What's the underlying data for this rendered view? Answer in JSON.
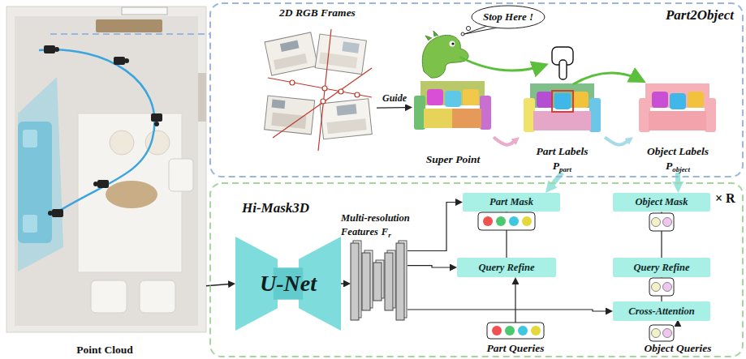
{
  "diagram": {
    "nodes": [
      {
        "text": [
          "Point Cloud"
        ]
      },
      {
        "text": [
          "Part2Object"
        ]
      },
      {
        "text": [
          "2D RGB Frames"
        ],
        "in": 1
      },
      {
        "text": [
          "Stop Here !"
        ],
        "in": 1
      },
      {
        "text": [
          "Super Point"
        ],
        "in": 1
      },
      {
        "text": [
          "Part Labels",
          "P",
          "part"
        ],
        "in": 1
      },
      {
        "text": [
          "Object Labels",
          "P",
          "object"
        ],
        "in": 1
      },
      {
        "text": [
          "Hi-Mask3D"
        ]
      },
      {
        "text": [
          "U-Net"
        ],
        "in": 7
      },
      {
        "text": [
          "Multi-resolution Features",
          "F",
          "r"
        ],
        "in": 7
      },
      {
        "text": [
          "Part Mask"
        ],
        "in": 7
      },
      {
        "text": [
          "Object Mask"
        ],
        "in": 7
      },
      {
        "text": [
          "Query Refine"
        ],
        "in": 7
      },
      {
        "text": [
          "Query Refine"
        ],
        "in": 7
      },
      {
        "text": [
          "Cross-Attention"
        ],
        "in": 7
      },
      {
        "text": [
          "Part Queries"
        ],
        "in": 7
      },
      {
        "text": [
          "Object Queries"
        ],
        "in": 7
      }
    ],
    "edges": [
      {
        "from": 2,
        "to": 4,
        "label": "Guide",
        "arrow": "to"
      },
      {
        "from": 4,
        "to": 5,
        "arrow": "to"
      },
      {
        "from": 5,
        "to": 6,
        "arrow": "to"
      },
      {
        "from": 5,
        "to": 10,
        "arrow": "to"
      },
      {
        "from": 6,
        "to": 11,
        "arrow": "to"
      },
      {
        "from": 0,
        "to": 8,
        "arrow": "to"
      },
      {
        "from": 8,
        "to": 9,
        "arrow": "to"
      },
      {
        "from": 9,
        "to": 10,
        "arrow": "to"
      },
      {
        "from": 9,
        "to": 12,
        "arrow": "to"
      },
      {
        "from": 9,
        "to": 14,
        "arrow": "to"
      },
      {
        "from": 12,
        "to": 10,
        "arrow": "to"
      },
      {
        "from": 15,
        "to": 12,
        "arrow": "to"
      },
      {
        "from": 16,
        "to": 14,
        "arrow": "to"
      },
      {
        "from": 14,
        "to": 13,
        "arrow": "to"
      },
      {
        "from": 13,
        "to": 11,
        "arrow": "to"
      }
    ],
    "labels": [
      "× R"
    ]
  }
}
